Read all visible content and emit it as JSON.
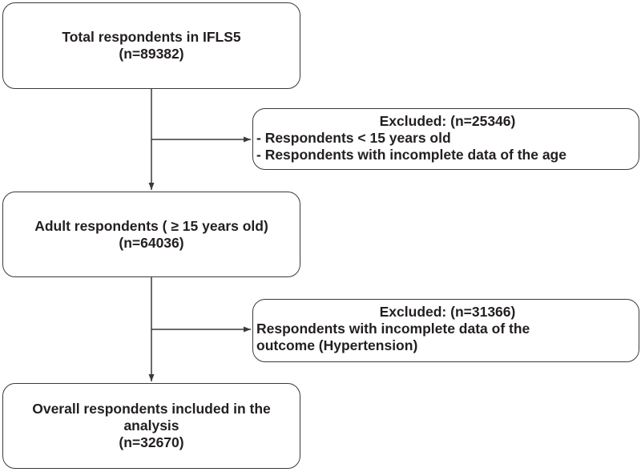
{
  "boxes": {
    "total": {
      "line1": "Total respondents in IFLS5",
      "line2": "(n=89382)"
    },
    "excluded_1": {
      "title": "Excluded: (n=25346)",
      "lines": [
        "- Respondents < 15 years old",
        "- Respondents with incomplete data of the age"
      ]
    },
    "adult": {
      "line1": "Adult respondents ( ≥ 15 years old)",
      "line2": "(n=64036)"
    },
    "excluded_2": {
      "title": "Excluded: (n=31366)",
      "lines": [
        "Respondents with incomplete data of the",
        "outcome (Hypertension)"
      ]
    },
    "final": {
      "line1": "Overall respondents included in the",
      "line2": "analysis",
      "line3": "(n=32670)"
    }
  },
  "colors": {
    "stroke": "#3a3a3a",
    "text": "#231f20",
    "background": "#ffffff"
  }
}
